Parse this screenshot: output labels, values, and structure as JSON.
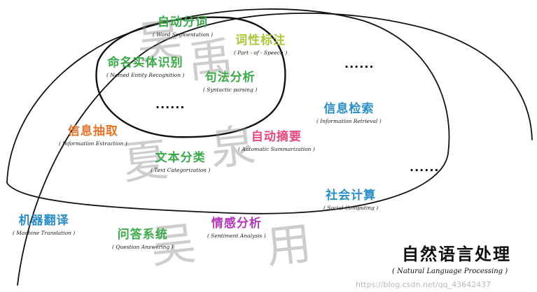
{
  "colors": {
    "ring": "#111111",
    "green": "#3aaa4a",
    "lime": "#a8c83a",
    "blue": "#2a8fc8",
    "orange": "#e8742a",
    "pink": "#e8487a",
    "purple": "#b23ab8",
    "watermark": "#8a8a8a"
  },
  "nodes": {
    "word_segmentation": {
      "cn": "自动分词",
      "en": "( Word Segmentation )",
      "color": "green"
    },
    "pos_tagging": {
      "cn": "词性标注",
      "en": "( Part - of - Speech )",
      "color": "lime"
    },
    "ner": {
      "cn": "命名实体识别",
      "en": "( Named Entity Recognition )",
      "color": "green"
    },
    "syntactic_parsing": {
      "cn": "句法分析",
      "en": "( Syntactic parsing )",
      "color": "green"
    },
    "information_retrieval": {
      "cn": "信息检索",
      "en": "( Information Retrieval )",
      "color": "blue"
    },
    "information_extraction": {
      "cn": "信息抽取",
      "en": "( Information Extraction )",
      "color": "orange"
    },
    "automatic_summarization": {
      "cn": "自动摘要",
      "en": "( Automatic Summarization )",
      "color": "pink"
    },
    "text_categorization": {
      "cn": "文本分类",
      "en": "( Text Categorization )",
      "color": "green"
    },
    "social_computing": {
      "cn": "社会计算",
      "en": "( Social Computing )",
      "color": "blue"
    },
    "machine_translation": {
      "cn": "机器翻译",
      "en": "( Machine Translation )",
      "color": "blue"
    },
    "question_answering": {
      "cn": "问答系统",
      "en": "( Question Answering )",
      "color": "green"
    },
    "sentiment_analysis": {
      "cn": "情感分析",
      "en": "( Sentiment Analysis )",
      "color": "purple"
    }
  },
  "ellipsis": {
    "inner": "......",
    "upper_right": "......",
    "right": "......"
  },
  "watermark": {
    "line1": "吴",
    "line2": "禹",
    "line3": "夏",
    "line4": "泉",
    "line5": "吴",
    "line6": "用"
  },
  "title": {
    "cn": "自然语言处理",
    "en": "( Natural Language Processing )"
  },
  "credit": "https://blog.csdn.net/qq_43642437"
}
